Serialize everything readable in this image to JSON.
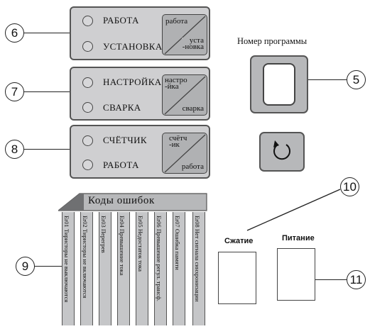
{
  "panels": [
    {
      "top": "РАБОТА",
      "bottom": "УСТАНОВКА",
      "sw_top": "работа",
      "sw_bottom": "уста\n-новка",
      "callout": "6"
    },
    {
      "top": "НАСТРОЙКА",
      "bottom": "СВАРКА",
      "sw_top": "настро\n-йка",
      "sw_bottom": "сварка",
      "callout": "7"
    },
    {
      "top": "СЧЁТЧИК",
      "bottom": "РАБОТА",
      "sw_top": "счётч\n-ик",
      "sw_bottom": "работа",
      "callout": "8"
    }
  ],
  "program": {
    "label": "Номер программы",
    "callout": "5"
  },
  "reset": {
    "icon": "circular-arrow-icon"
  },
  "errors": {
    "title": "Коды ошибок",
    "codes": [
      "Er01 Тиристоры не выключаются",
      "Er02 Тиристоры не включаются",
      "Er03 Перегрев",
      "Er04 Превышение тока",
      "Er05 Недостаток тока",
      "Er06 Превышение регул. трансф.",
      "Er07 Ошибка памяти",
      "Er08 Нет сигнала синхронизации"
    ],
    "callout": "9"
  },
  "indicators": {
    "compression": "Сжатие",
    "power": "Питание",
    "callout_top": "10",
    "callout_side": "11"
  },
  "colors": {
    "panel": "#cfcfd1",
    "switch": "#b0b1b3",
    "border": "#555555"
  }
}
